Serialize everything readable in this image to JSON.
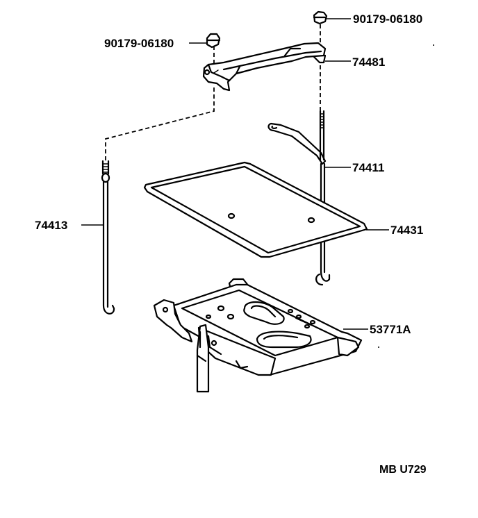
{
  "parts": {
    "nut_right": "90179-06180",
    "nut_left": "90179-06180",
    "clamp": "74481",
    "rod_right": "74411",
    "rod_left": "74413",
    "tray": "74431",
    "carrier": "53771A"
  },
  "drawing_code": "MB U729"
}
